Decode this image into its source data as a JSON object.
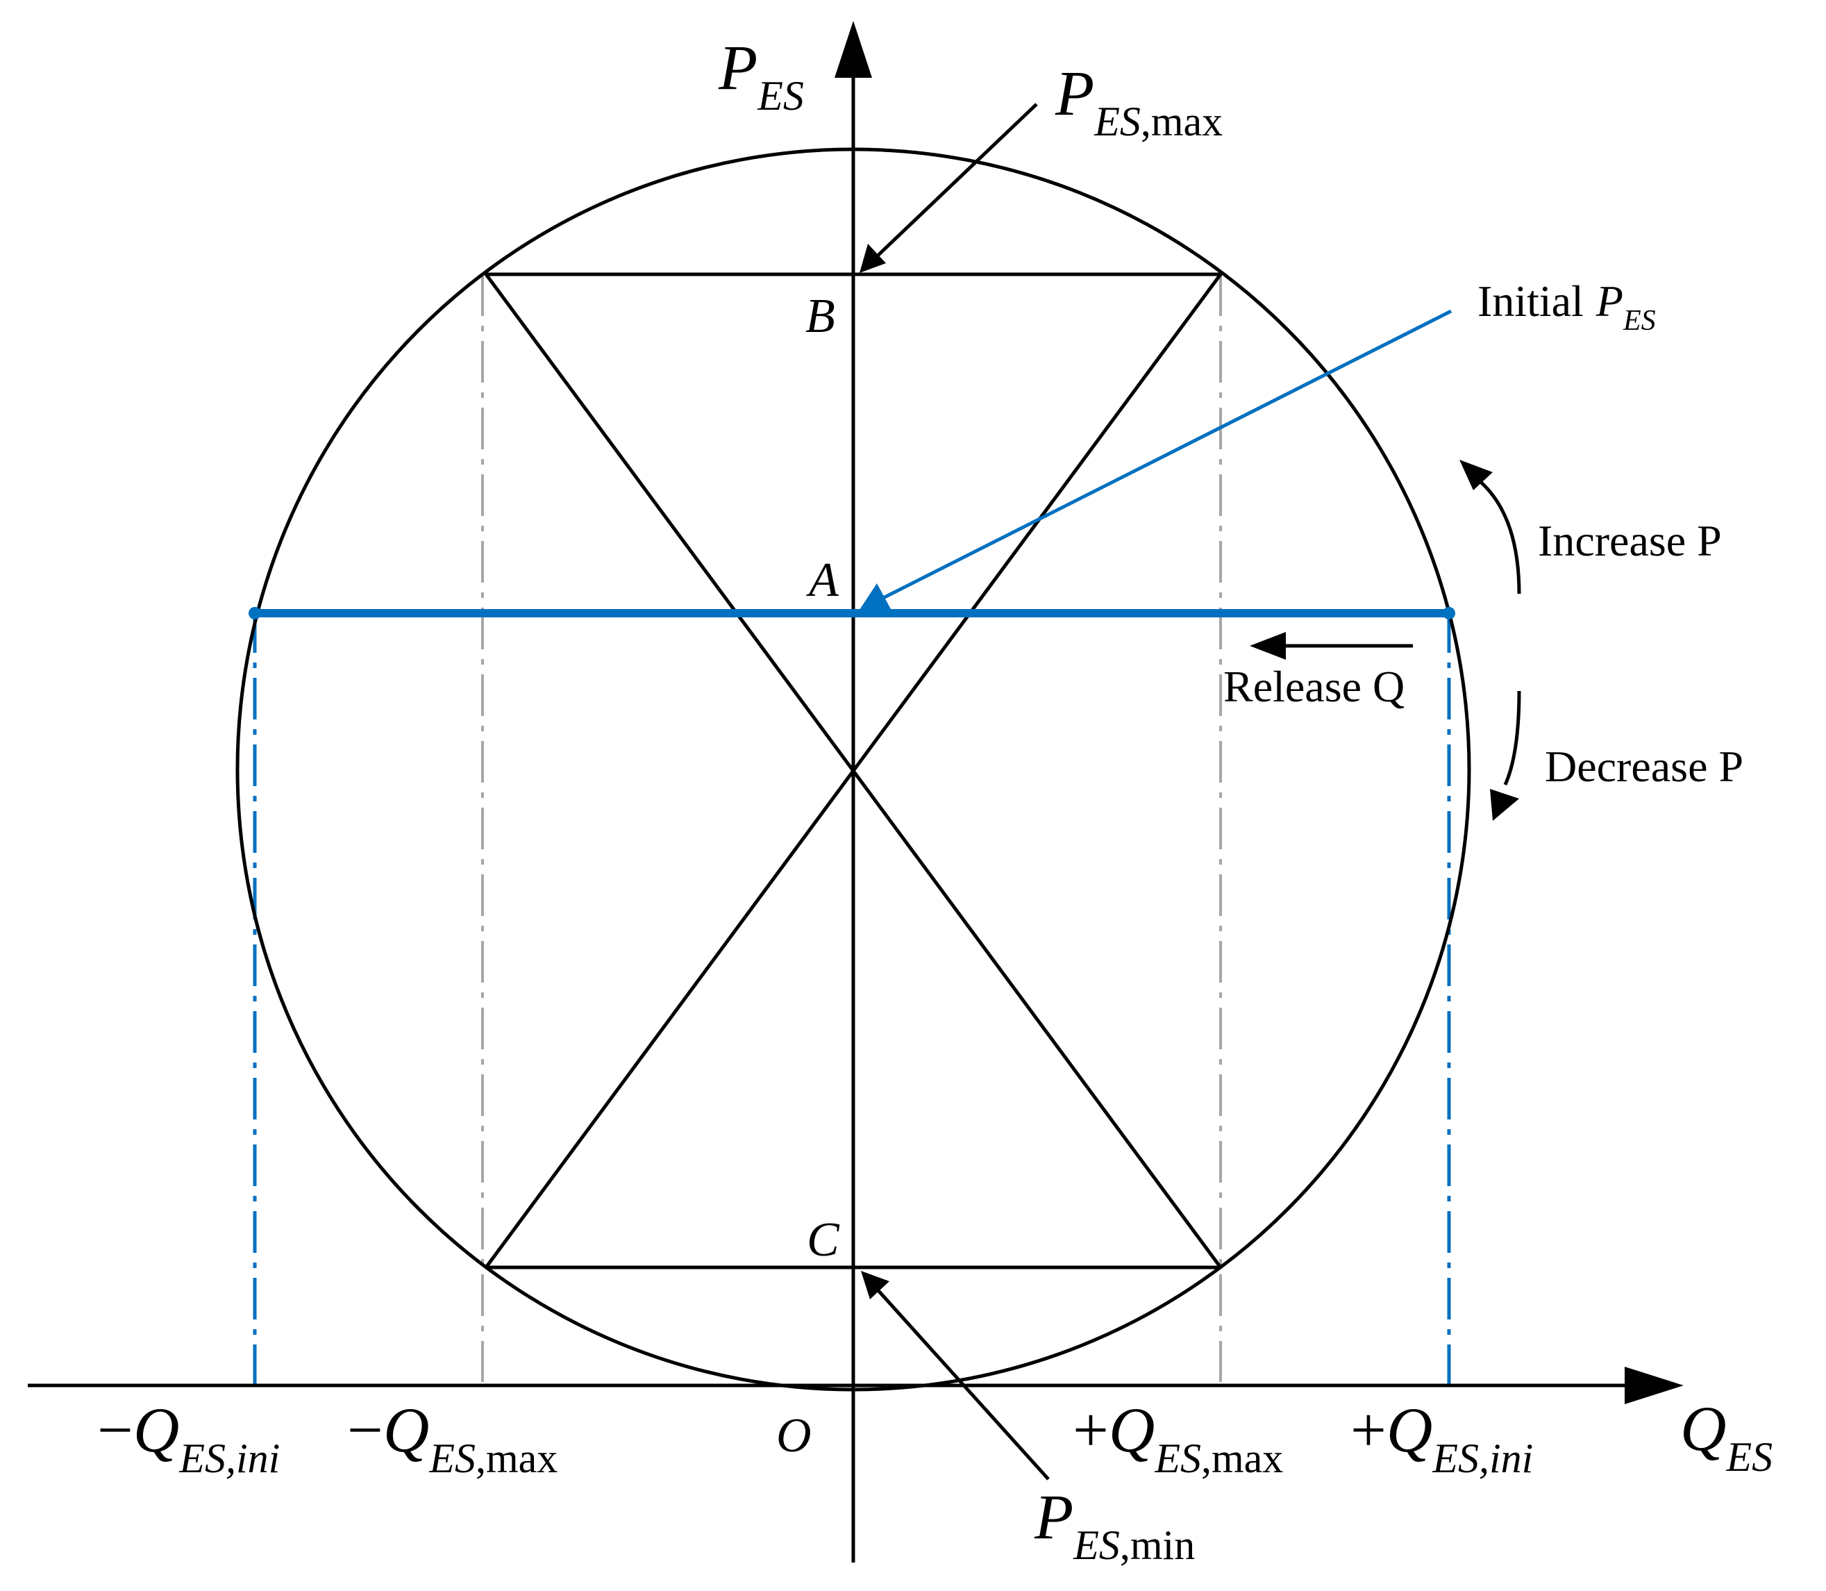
{
  "axes": {
    "y": {
      "main": "P",
      "sub": "ES"
    },
    "x": {
      "main": "Q",
      "sub": "ES"
    },
    "origin": "O"
  },
  "labels": {
    "p_max": {
      "main": "P",
      "sub": "ES",
      "suffix": ",max"
    },
    "p_min": {
      "main": "P",
      "sub": "ES",
      "suffix": ",min"
    },
    "neg_q_ini": {
      "sign": "−",
      "main": "Q",
      "sub": "ES",
      "suffix": ",ini"
    },
    "neg_q_max": {
      "sign": "−",
      "main": "Q",
      "sub": "ES",
      "suffix": ",max"
    },
    "pos_q_max": {
      "sign": "+",
      "main": "Q",
      "sub": "ES",
      "suffix": ",max"
    },
    "pos_q_ini": {
      "sign": "+",
      "main": "Q",
      "sub": "ES",
      "suffix": ",ini"
    },
    "initial_p": {
      "text": "Initial",
      "main": "P",
      "sub": "ES"
    }
  },
  "points": {
    "a": "A",
    "b": "B",
    "c": "C"
  },
  "annotations": {
    "increase": "Increase P",
    "decrease": "Decrease P",
    "release": "Release Q"
  },
  "colors": {
    "line": "#000000",
    "accent": "#0070C0",
    "guide": "#A6A6A6"
  }
}
